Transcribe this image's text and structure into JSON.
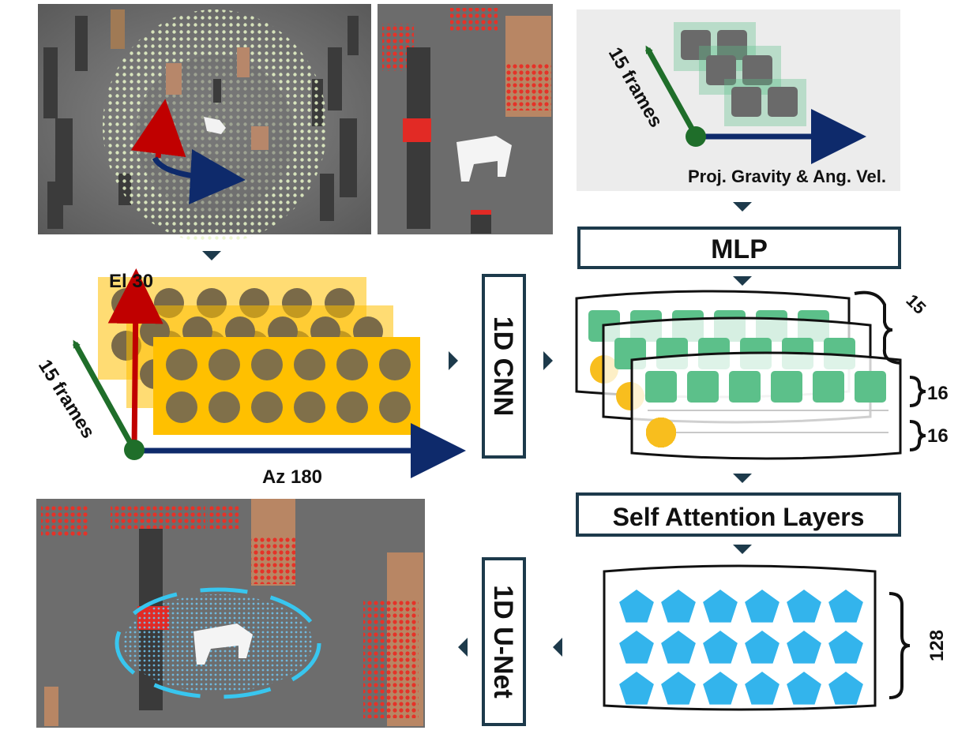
{
  "labels": {
    "frames_top": "15 frames",
    "proj_gravity": "Proj. Gravity & Ang. Vel.",
    "mlp": "MLP",
    "el": "El 30",
    "az": "Az 180",
    "frames_left": "15 frames",
    "cnn": "1D CNN",
    "dim_15": "15",
    "dim_16a": "16",
    "dim_16b": "16",
    "self_attention": "Self Attention Layers",
    "dim_128": "128",
    "unet": "1D U-Net"
  },
  "colors": {
    "green_axis": "#1f6e2a",
    "navy_axis": "#0e2a6b",
    "red_axis": "#c00000",
    "yellow_panel": "#ffc000",
    "token_green": "#5cc08a",
    "token_yellow": "#f8be1e",
    "pentagon": "#33b4ec",
    "box_border": "#1d3a4b",
    "gray_panel": "#ececec"
  }
}
